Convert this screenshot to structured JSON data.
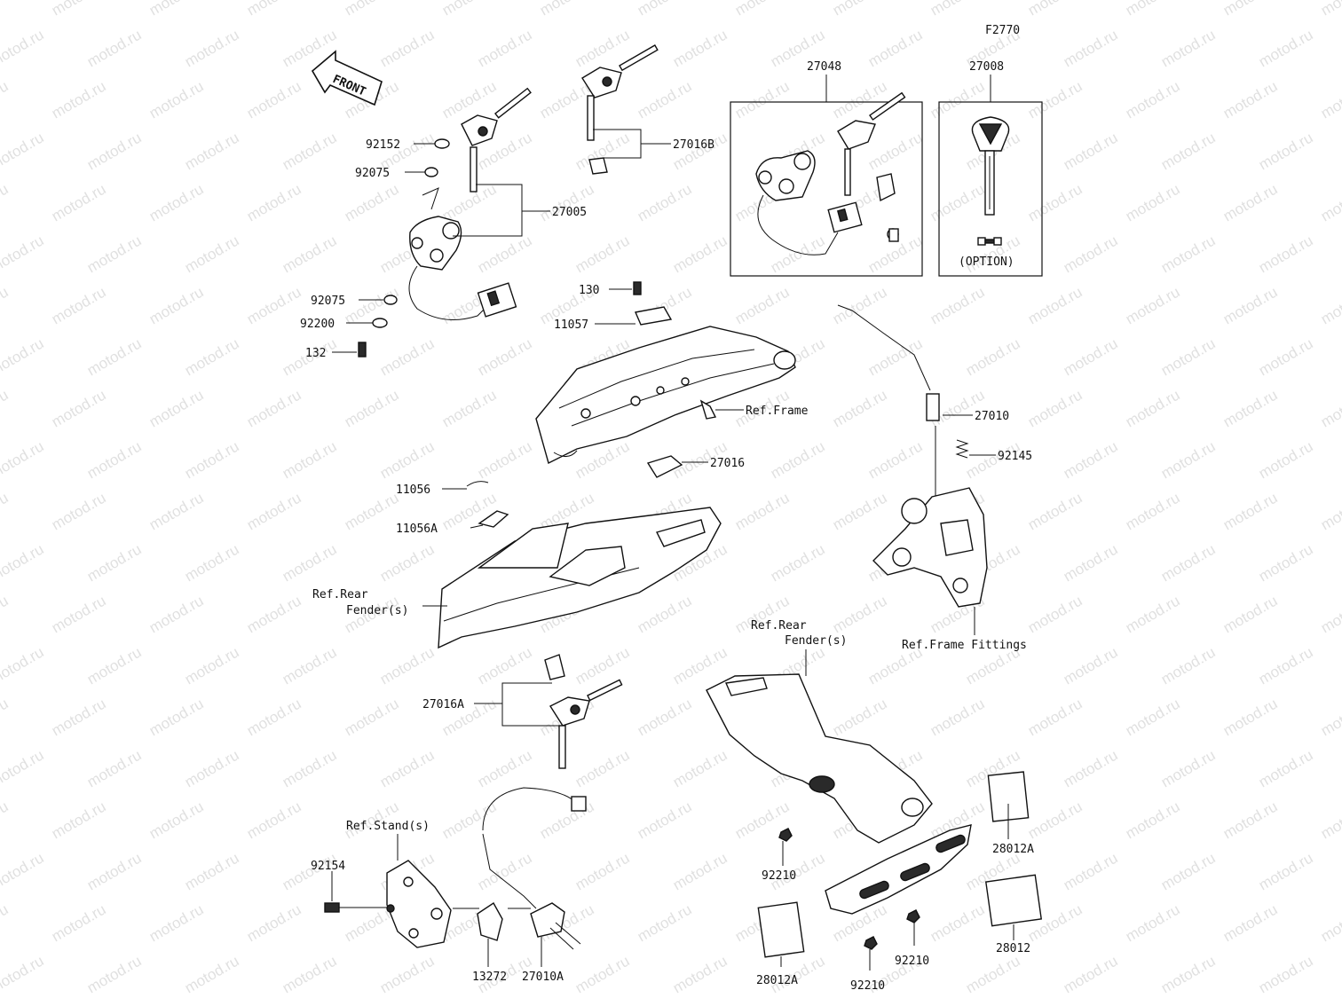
{
  "diagram_code": "F2770",
  "watermark": "motod.ru",
  "front_label": "FRONT",
  "labels": {
    "p92152": "92152",
    "p92075a": "92075",
    "p27005": "27005",
    "p27016B": "27016B",
    "p27048": "27048",
    "p27008": "27008",
    "option": "(OPTION)",
    "p92075b": "92075",
    "p92200": "92200",
    "p132": "132",
    "p130": "130",
    "p11057": "11057",
    "ref_frame": "Ref.Frame",
    "p27016": "27016",
    "p27010": "27010",
    "p92145": "92145",
    "p11056": "11056",
    "p11056A": "11056A",
    "ref_rear_fender_a1": "Ref.Rear",
    "ref_rear_fender_a2": "Fender(s)",
    "ref_frame_fittings": "Ref.Frame Fittings",
    "ref_rear_fender_b1": "Ref.Rear",
    "ref_rear_fender_b2": "Fender(s)",
    "p27016A": "27016A",
    "ref_stand": "Ref.Stand(s)",
    "p92154": "92154",
    "p13272": "13272",
    "p27010A": "27010A",
    "p92210a": "92210",
    "p28012Aa": "28012A",
    "p28012": "28012",
    "p28012Ab": "28012A",
    "p92210b": "92210",
    "p92210c": "92210"
  }
}
